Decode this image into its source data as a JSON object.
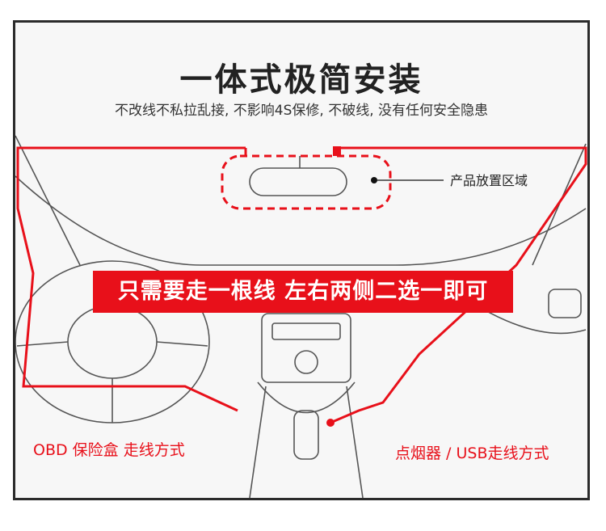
{
  "title": "一体式极简安装",
  "subtitle": "不改线不私拉乱接, 不影响4S保修, 不破线, 没有任何安全隐患",
  "product_area_label": "产品放置区域",
  "banner": "只需要走一根线 左右两侧二选一即可",
  "route_left": "OBD 保险盒 走线方式",
  "route_right": "点烟器 / USB走线方式",
  "colors": {
    "accent": "#e8101a",
    "line": "#555555",
    "frame": "#2b2b2b"
  }
}
